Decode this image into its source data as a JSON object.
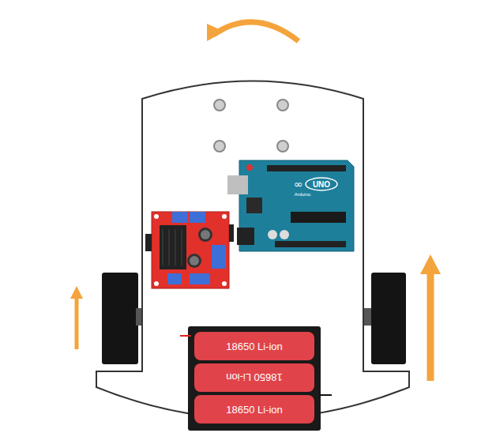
{
  "diagram": {
    "nodes": [
      {
        "text": [
          "18650 Li-ion"
        ]
      },
      {
        "text": [
          "18650 Li-ion"
        ]
      },
      {
        "text": [
          "18650 Li-ion"
        ]
      }
    ],
    "labels": [
      "UNO",
      "Arduino"
    ]
  }
}
